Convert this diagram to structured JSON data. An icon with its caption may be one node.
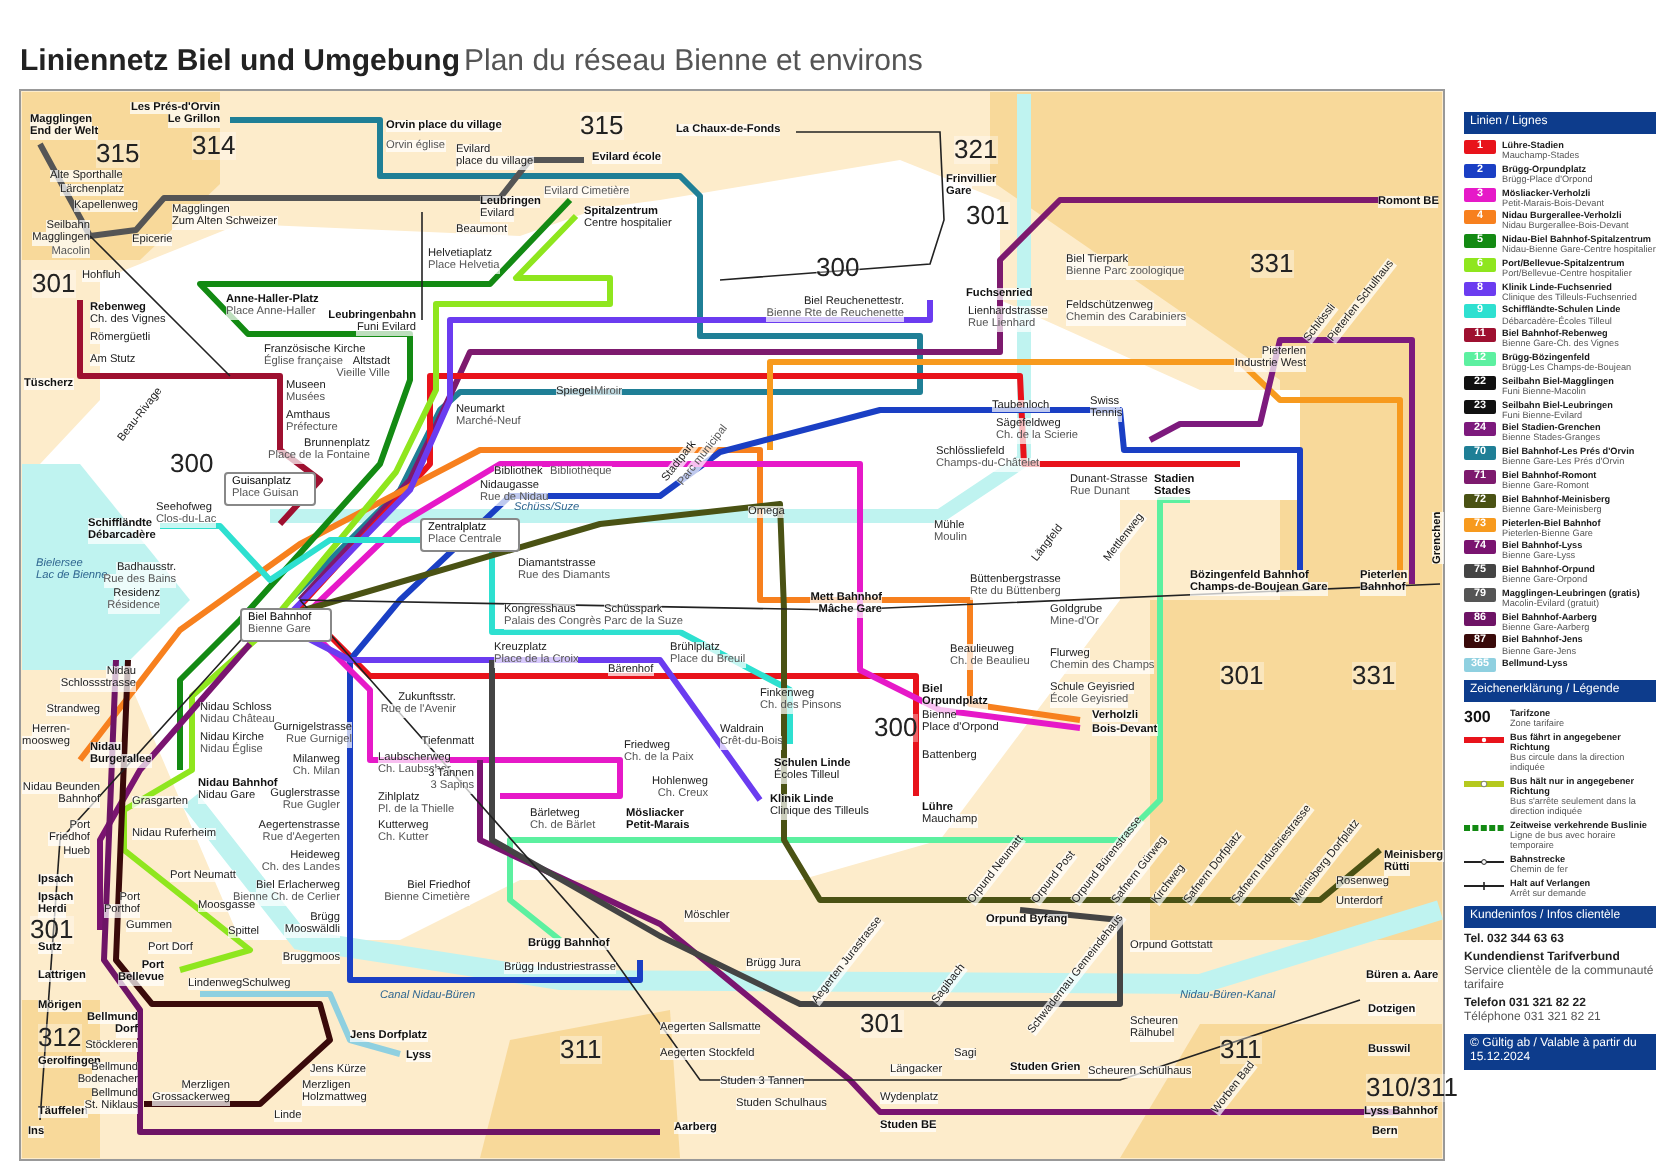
{
  "diagram": {
    "title": "Liniennetz Biel und Umgebung",
    "nodes": [
      {
        "text": [
          "Linien / Lignes"
        ]
      },
      {
        "text": [
          "Zeichenerklärung / Légende"
        ]
      },
      {
        "text": [
          "Kundeninfos / Infos clientèle"
        ]
      },
      {
        "text": [
          "© Gültig ab / Valable à partir du 15.12.2024"
        ]
      },
      {
        "text": [
          "Guisanplatz",
          "Place Guisan"
        ]
      },
      {
        "text": [
          "Zentralplatz",
          "Place Centrale"
        ]
      },
      {
        "text": [
          "Biel Bahnhof",
          "Bienne Gare"
        ]
      }
    ],
    "labels": [
      "Plan du réseau Bienne et environs",
      "315",
      "314",
      "315",
      "321",
      "301",
      "300",
      "331",
      "301",
      "300",
      "300",
      "301",
      "331",
      "301",
      "312",
      "311",
      "301",
      "311",
      "310/311",
      "Magglingen",
      "End der Welt",
      "Les Prés-d'Orvin",
      "Le Grillon",
      "Orvin place du village",
      "Orvin église",
      "Evilard",
      "place du village",
      "Evilard école",
      "Evilard Cimetière",
      "Alte Sporthalle",
      "Lärchenplatz",
      "Kapellenweg",
      "Magglingen",
      "Zum Alten Schweizer",
      "Epicerie",
      "Seilbahn",
      "Magglingen",
      "Macolin",
      "Leubringen",
      "Evilard",
      "Beaumont",
      "Spitalzentrum",
      "Centre hospitalier",
      "Helvetiaplatz",
      "Place Helvetia",
      "Hohfluh",
      "Anne-Haller-Platz",
      "Place Anne-Haller",
      "Leubringenbahn",
      "Funi Evilard",
      "Rebenweg",
      "Ch. des Vignes",
      "Römergüetli",
      "Am Stutz",
      "Tüscherz",
      "Französische Kirche",
      "Église française",
      "Altstadt",
      "Vieille Ville",
      "Spiegel",
      "Miroir",
      "Museen",
      "Musées",
      "Amthaus",
      "Préfecture",
      "Brunnenplatz",
      "Place de la Fontaine",
      "Neumarkt",
      "Marché-Neuf",
      "Seehofweg",
      "Clos-du-Lac",
      "Schiffländte",
      "Débarcadère",
      "Bielersee",
      "Lac de Bienne",
      "Badhausstr.",
      "Rue des Bains",
      "Residenz",
      "Résidence",
      "Bibliothek",
      "Bibliothèque",
      "Nidaugasse",
      "Rue de Nidau",
      "Diamantstrasse",
      "Rue des Diamants",
      "Kongresshaus",
      "Palais des Congrès",
      "Schüsspark",
      "Parc de la Suze",
      "Kreuzplatz",
      "Place de la Croix",
      "Bärenhof",
      "Brühlplatz",
      "Place du Breuil",
      "Zukunftsstr.",
      "Rue de l'Avenir",
      "Gurnigelstrasse",
      "Rue Gurnigel",
      "Nidau",
      "Schlossstrasse",
      "Strandweg",
      "Herren-",
      "moosweg",
      "Nidau",
      "Burgerallee",
      "Nidau Beunden",
      "Bahnhof",
      "Nidau Schloss",
      "Nidau Château",
      "Nidau Kirche",
      "Nidau Église",
      "Nidau Bahnhof",
      "Nidau Gare",
      "Milanweg",
      "Ch. Milan",
      "Laubscherweg",
      "Ch. Laubscher",
      "Tiefenmatt",
      "Guglerstrasse",
      "Rue Gugler",
      "Zihlplatz",
      "Pl. de la Thielle",
      "3 Tannen",
      "3 Sapins",
      "Aegertenstrasse",
      "Rue d'Aegerten",
      "Kutterweg",
      "Ch. Kutter",
      "Bärletweg",
      "Ch. de Bärlet",
      "Mösliacker",
      "Petit-Marais",
      "Friedweg",
      "Ch. de la Paix",
      "Hohlenweg",
      "Ch. Creux",
      "Port",
      "Friedhof",
      "Hueb",
      "Grasgarten",
      "Nidau Ruferheim",
      "Heideweg",
      "Ch. des Landes",
      "Port Neumatt",
      "Port",
      "Porthof",
      "Biel Erlacherweg",
      "Bienne Ch. de Cerlier",
      "Biel Friedhof",
      "Bienne Cimetière",
      "Moosgasse",
      "Gummen",
      "Brügg",
      "Mooswäldli",
      "Spittel",
      "Port Dorf",
      "Brügg Bahnhof",
      "Brügg Industriestrasse",
      "Bruggmoos",
      "Port",
      "Bellevue",
      "Lindenweg",
      "Schulweg",
      "Canal Nidau-Büren",
      "Ipsach",
      "Ipsach",
      "Herdi",
      "Sutz",
      "Lattrigen",
      "Mörigen",
      "Gerolfingen",
      "Täuffelen",
      "Ins",
      "Bellmund",
      "Dorf",
      "Stöckleren",
      "Bellmund",
      "Bodenacher",
      "Bellmund",
      "St. Niklaus",
      "Jens Dorfplatz",
      "Lyss",
      "Jens Kürze",
      "Merzligen",
      "Holzmattweg",
      "Linde",
      "Merzligen",
      "Grossackerweg",
      "Aarberg",
      "La Chaux-de-Fonds",
      "Frinvillier",
      "Gare",
      "Biel Reuchenettestr.",
      "Bienne Rte de Reuchenette",
      "Fuchsenried",
      "Lienhardstrasse",
      "Rue Lienhard",
      "Biel Tierpark",
      "Bienne Parc zoologique",
      "Feldschützenweg",
      "Chemin des Carabiniers",
      "Romont BE",
      "Taubenloch",
      "Sägefeldweg",
      "Ch. de la Scierie",
      "Schlössliefeld",
      "Champs-du-Châtelet",
      "Swiss",
      "Tennis",
      "Dunant-Strasse",
      "Rue Dunant",
      "Stadien",
      "Stades",
      "Pieterlen",
      "Industrie West",
      "Omega",
      "Mühle",
      "Moulin",
      "Mett Bahnhof",
      "Mâche Gare",
      "Büttenbergstrasse",
      "Rte du Büttenberg",
      "Bözingenfeld Bahnhof",
      "Champs-de-Boujean Gare",
      "Pieterlen",
      "Bahnhof",
      "Grenchen",
      "Goldgrube",
      "Mine-d'Or",
      "Beaulieuweg",
      "Ch. de Beaulieu",
      "Flurweg",
      "Chemin des Champs",
      "Biel",
      "Orpundplatz",
      "Bienne",
      "Place d'Orpond",
      "Finkenweg",
      "Ch. des Pinsons",
      "Waldrain",
      "Crêt-du-Bois",
      "Schule Geyisried",
      "École Geyisried",
      "Verholzli",
      "Bois-Devant",
      "Schulen Linde",
      "Écoles Tilleul",
      "Battenberg",
      "Klinik Linde",
      "Clinique des Tilleuls",
      "Lühre",
      "Mauchamp",
      "Meinisberg",
      "Rütti",
      "Rosenweg",
      "Unterdorf",
      "Orpund Byfang",
      "Orpund Gottstatt",
      "Brügg Jura",
      "Möschler",
      "Aegerten Sallsmatte",
      "Aegerten Stockfeld",
      "Studen 3 Tannen",
      "Studen Schulhaus",
      "Wydenplatz",
      "Studen BE",
      "Längacker",
      "Sagi",
      "Studen Grien",
      "Scheuren",
      "Rälhubel",
      "Scheuren Schulhaus",
      "Nidau-Büren-Kanal",
      "Büren a. Aare",
      "Dotzigen",
      "Busswil",
      "Lyss Bahnhof",
      "Bern",
      "Beau-Rivage",
      "Stadtpark",
      "Parc municipal",
      "Orpund Neumatt",
      "Orpund Post",
      "Orpund Bürenstrasse",
      "Safnern Gürweg",
      "Kirchweg",
      "Safnern Dorfplatz",
      "Safnern Industriestrasse",
      "Meinisberg Dorfplatz",
      "Aegerten Jurastrasse",
      "Sagibach",
      "Schwadernau Gemeindehaus",
      "Worben Bad",
      "Schlössli",
      "Pieterlen Schulhaus",
      "Längfeld",
      "Mettlenweg",
      "Schüss/Suze",
      "1",
      "2",
      "3",
      "4",
      "5",
      "6",
      "8",
      "9",
      "11",
      "12",
      "22",
      "23",
      "24",
      "70",
      "71",
      "72",
      "73",
      "74",
      "75",
      "79",
      "86",
      "87",
      "365",
      "300",
      "Tel. 032 344 63 63",
      "Kundendienst Tarifverbund",
      "Service clientèle de la communauté tarifaire",
      "Telefon 031 321 82 22",
      "Téléphone 031 321 82 21"
    ],
    "legend": [
      {
        "text": "**Lühre-Stadien** Mauchamp-Stades",
        "color": "#e8131b"
      },
      {
        "text": "**Brügg-Orpundplatz** Brügg-Place d'Orpond",
        "color": "#1a3fc4"
      },
      {
        "text": "**Mösliacker-Verholzli** Petit-Marais-Bois-Devant",
        "color": "#e619c8"
      },
      {
        "text": "**Nidau Burgerallee-Verholzli** Nidau Burgerallee-Bois-Devant",
        "color": "#f7801e"
      },
      {
        "text": "**Nidau-Biel Bahnhof-Spitalzentrum** Nidau-Bienne Gare-Centre hospitalier",
        "color": "#138a13"
      },
      {
        "text": "**Port/Bellevue-Spitalzentrum** Port/Bellevue-Centre hospitalier",
        "color": "#8fe61e"
      },
      {
        "text": "**Klinik Linde-Fuchsenried** Clinique des Tilleuls-Fuchsenried",
        "color": "#6b3cf0"
      },
      {
        "text": "**Schiffländte-Schulen Linde** Débarcadère-Écoles Tilleul",
        "color": "#2ee0d0"
      },
      {
        "text": "**Biel Bahnhof-Rebenweg** Bienne Gare-Ch. des Vignes",
        "color": "#9e1030"
      },
      {
        "text": "**Brügg-Bözingenfeld** Brügg-Les Champs-de-Boujean",
        "color": "#5cf0a0"
      },
      {
        "text": "**Seilbahn Biel-Magglingen** Funi Bienne-Macolin",
        "color": "#111111"
      },
      {
        "text": "**Seilbahn Biel-Leubringen** Funi Bienne-Evilard",
        "color": "#111111"
      },
      {
        "text": "**Biel Stadien-Grenchen** Bienne Stades-Granges",
        "color": "#7d1a7d"
      },
      {
        "text": "**Biel Bahnhof-Les Prés d'Orvin** Bienne Gare-Les Prés d'Orvin",
        "color": "#1f7f96"
      },
      {
        "text": "**Biel Bahnhof-Romont** Bienne Gare-Romont",
        "color": "#7d1a6e"
      },
      {
        "text": "**Biel Bahnhof-Meinisberg** Bienne Gare-Meinisberg",
        "color": "#4a5214"
      },
      {
        "text": "**Pieterlen-Biel Bahnhof** Pieterlen-Bienne Gare",
        "color": "#f79a1e"
      },
      {
        "text": "**Biel Bahnhof-Lyss** Bienne Gare-Lyss",
        "color": "#7a1470"
      },
      {
        "text": "**Biel Bahnhof-Orpund** Bienne Gare-Orpond",
        "color": "#444444"
      },
      {
        "text": "**Magglingen-Leubringen (gratis)** Macolin-Evilard (gratuit)",
        "color": "#555555"
      },
      {
        "text": "**Biel Bahnhof-Aarberg** Bienne Gare-Aarberg",
        "color": "#6e1466"
      },
      {
        "text": "**Biel Bahnhof-Jens** Bienne Gare-Jens",
        "color": "#3a0a0a"
      },
      {
        "text": "**Bellmund-Lyss**",
        "color": "#8fd0e0"
      },
      {
        "text": "**Tarifzone** Zone tarifaire"
      },
      {
        "text": "**Bus fährt in angegebener Richtung** Bus circule dans la direction indiquée"
      },
      {
        "text": "**Bus hält nur in angegebener Richtung** Bus s'arrête seulement dans la direction indiquée"
      },
      {
        "text": "**Zeitweise verkehrende Buslinie** Ligne de bus avec horaire temporaire"
      },
      {
        "text": "**Bahnstrecke** Chemin de fer"
      },
      {
        "text": "**Halt auf Verlangen** Arrêt sur demande"
      }
    ]
  }
}
